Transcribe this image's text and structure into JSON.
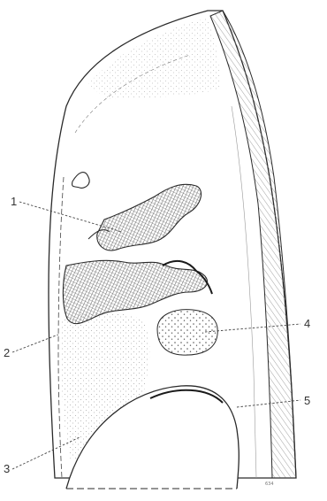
{
  "labels": {
    "l1": "1",
    "l2": "2",
    "l3": "3",
    "l4": "4",
    "l5": "5"
  },
  "plate_mark": "634",
  "colors": {
    "ink": "#2a2a2a",
    "stipple": "#6f6f6f",
    "hatch": "#8a8a8a",
    "paper": "#ffffff"
  }
}
